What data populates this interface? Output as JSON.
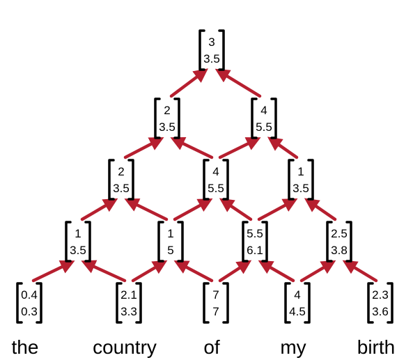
{
  "words": [
    "the",
    "country",
    "of",
    "my",
    "birth"
  ],
  "levels": [
    [
      [
        "0.4",
        "0.3"
      ],
      [
        "2.1",
        "3.3"
      ],
      [
        "7",
        "7"
      ],
      [
        "4",
        "4.5"
      ],
      [
        "2.3",
        "3.6"
      ]
    ],
    [
      [
        "1",
        "3.5"
      ],
      [
        "1",
        "5"
      ],
      [
        "5.5",
        "6.1"
      ],
      [
        "2.5",
        "3.8"
      ]
    ],
    [
      [
        "2",
        "3.5"
      ],
      [
        "4",
        "5.5"
      ],
      [
        "1",
        "3.5"
      ]
    ],
    [
      [
        "2",
        "3.5"
      ],
      [
        "4",
        "5.5"
      ]
    ],
    [
      [
        "3",
        "3.5"
      ]
    ]
  ],
  "colors": {
    "arrow": "#b61f2f",
    "bracket": "#000000",
    "text": "#000000"
  }
}
